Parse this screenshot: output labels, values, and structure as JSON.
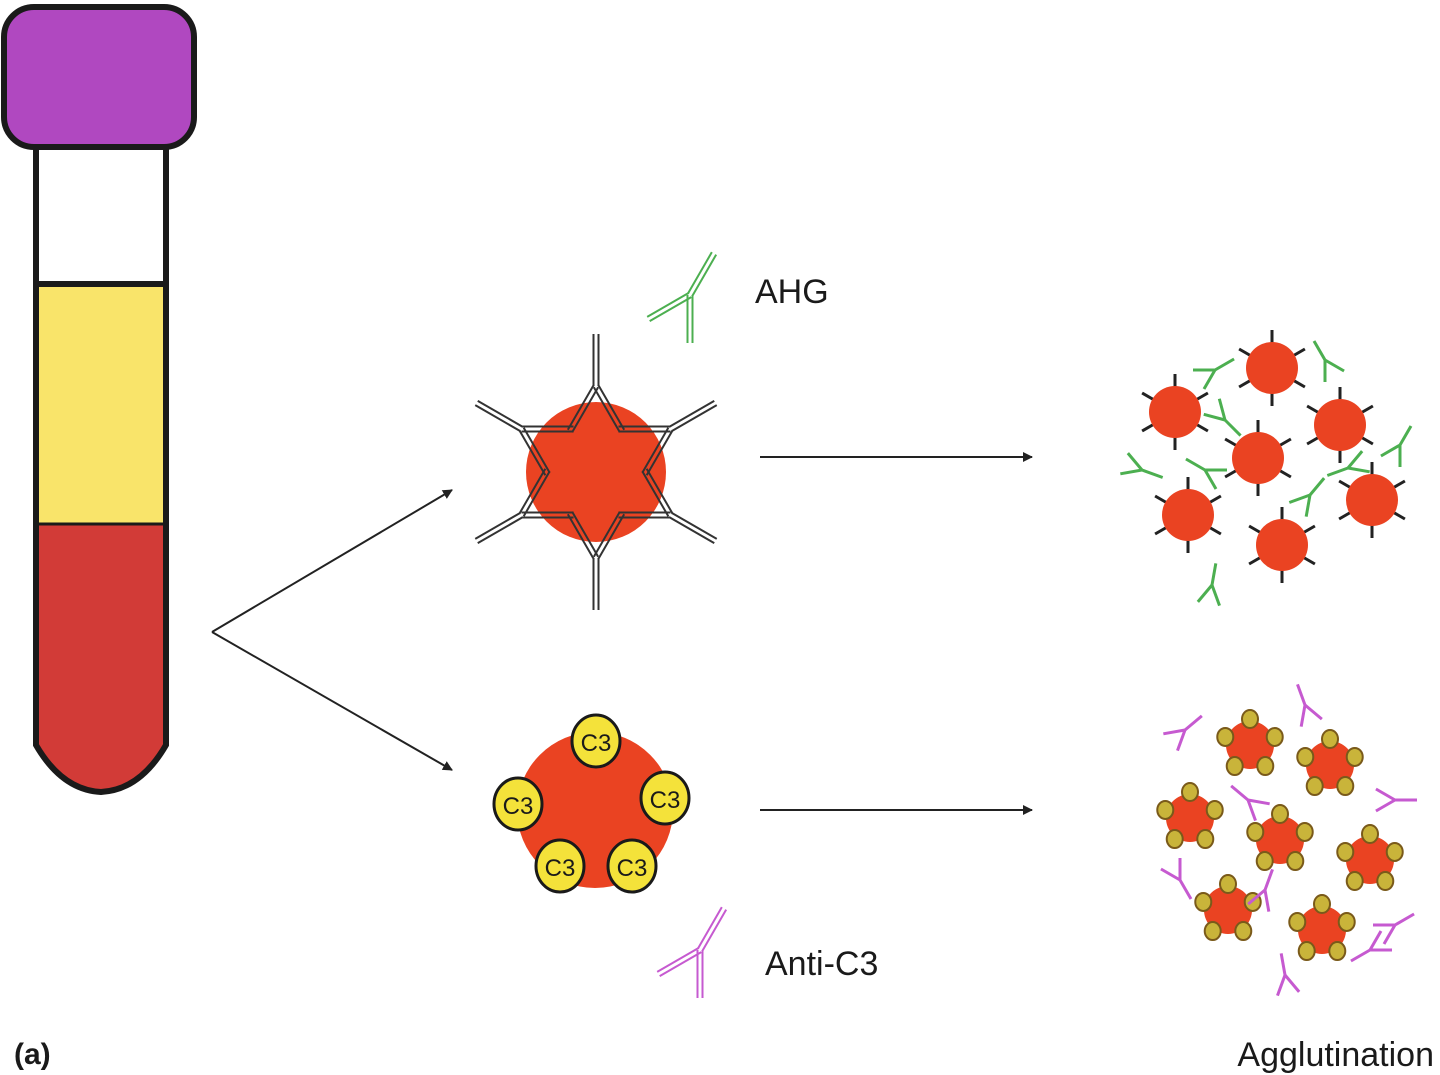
{
  "labels": {
    "ahg": "AHG",
    "anti_c3": "Anti-C3",
    "panel": "(a)",
    "result": "Agglutination",
    "complement": "C3"
  },
  "colors": {
    "tube_cap": "#b048c0",
    "plasma": "#f9e46a",
    "red_cells": "#d23b37",
    "rbc": "#ea4322",
    "c3_fill": "#f4e23a",
    "ahg_antibody": "#4caf50",
    "anti_c3_antibody": "#c65ad0",
    "igg": "#333333"
  },
  "icons": [
    "blood-tube",
    "igg-coated-rbc",
    "c3-coated-rbc",
    "ahg-antibody-icon",
    "anti-c3-antibody-icon",
    "agglutinated-cell-cluster"
  ]
}
